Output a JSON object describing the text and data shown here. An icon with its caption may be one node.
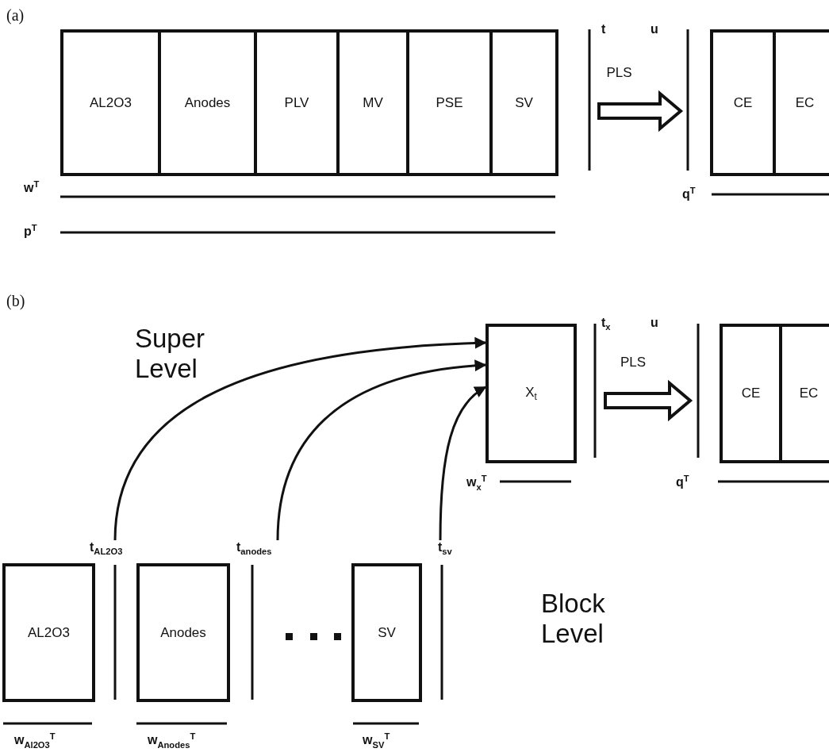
{
  "diagram": {
    "nodes": [
      {
        "text": [],
        "shape": "box"
      },
      {
        "text": [
          "AL2O3"
        ],
        "in": 0
      },
      {
        "text": [
          "Anodes"
        ],
        "in": 0
      },
      {
        "text": [
          "PLV"
        ],
        "in": 0
      },
      {
        "text": [
          "MV"
        ],
        "in": 0
      },
      {
        "text": [
          "PSE"
        ],
        "in": 0
      },
      {
        "text": [
          "SV"
        ],
        "in": 0
      },
      {
        "text": [],
        "shape": "box"
      },
      {
        "text": [
          "CE"
        ],
        "in": 7
      },
      {
        "text": [
          "EC"
        ],
        "in": 7
      },
      {
        "text": [
          "X$_{t}$"
        ]
      },
      {
        "text": [],
        "shape": "box"
      },
      {
        "text": [
          "CE"
        ],
        "in": 11
      },
      {
        "text": [
          "EC"
        ],
        "in": 11
      },
      {
        "text": [
          "t$_{AL2O3}$"
        ]
      },
      {
        "text": [
          "t$_{anodes}$"
        ]
      },
      {
        "text": [
          "t$_{sv}$"
        ]
      },
      {
        "text": [
          "AL2O3"
        ]
      },
      {
        "text": [
          "Anodes"
        ]
      },
      {
        "text": [
          "SV"
        ]
      }
    ],
    "edges": [
      {
        "from": 0,
        "to": 7,
        "arrow": "to",
        "label": "PLS",
        "style": "thick"
      },
      {
        "from": 14,
        "to": 10,
        "arrow": "to"
      },
      {
        "from": 15,
        "to": 10,
        "arrow": "to"
      },
      {
        "from": 16,
        "to": 10,
        "arrow": "to"
      },
      {
        "from": 10,
        "to": 11,
        "arrow": "to",
        "label": "PLS",
        "style": "thick"
      }
    ],
    "labels": [
      "(a)",
      "t",
      "u",
      "w$^{T}$",
      "p$^{T}$",
      "q$^{T}$",
      "(b)",
      "Super Level",
      "t$_{x}$",
      "u",
      "w$_{x}$$^{T}$",
      "q$^{T}$",
      "Block Level",
      "w$_{Al2O3}$$^{T}$",
      "w$_{Anodes}$$^{T}$",
      "w$_{SV}$$^{T}$"
    ]
  }
}
